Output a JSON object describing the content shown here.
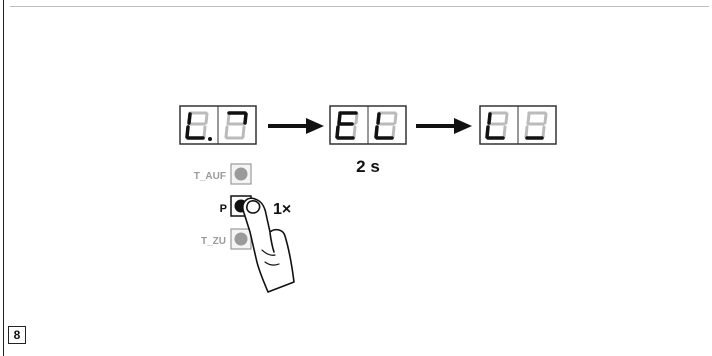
{
  "figure": {
    "number": "8"
  },
  "displays": [
    {
      "id": "display-1",
      "chars": [
        "L",
        "."
      ]
    },
    {
      "id": "display-2",
      "chars": [
        "E",
        "L"
      ]
    },
    {
      "id": "display-3",
      "chars": [
        "L",
        "_"
      ]
    }
  ],
  "timing": {
    "label": "2 s"
  },
  "buttons": {
    "t_auf": {
      "label": "T_AUF"
    },
    "p": {
      "label": "P",
      "press_count": "1×"
    },
    "t_zu": {
      "label": "T_ZU"
    }
  }
}
